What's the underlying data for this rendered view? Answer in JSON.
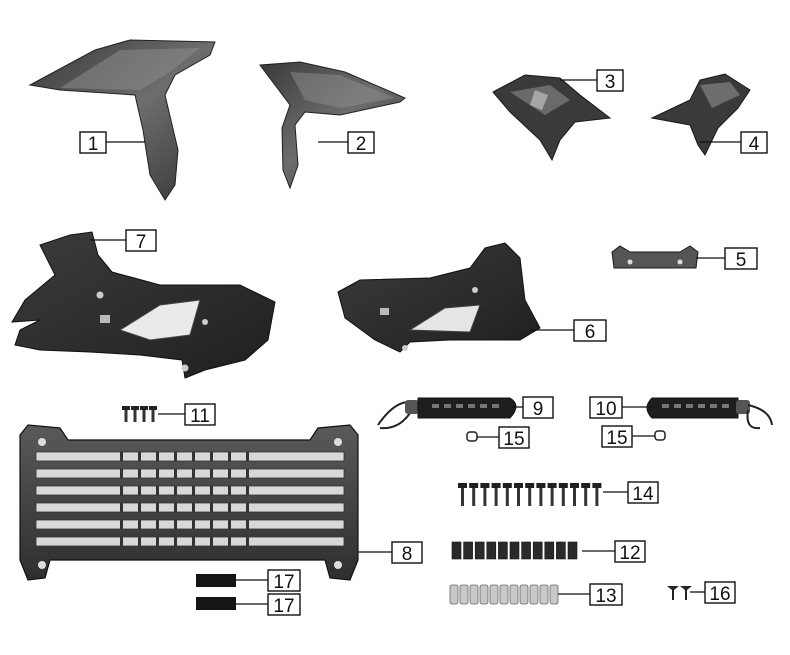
{
  "callouts": [
    {
      "id": "c1",
      "label": "1",
      "part": "left-upper-front-cowl"
    },
    {
      "id": "c2",
      "label": "2",
      "part": "right-upper-front-cowl"
    },
    {
      "id": "c3",
      "label": "3",
      "part": "left-inner-bracket"
    },
    {
      "id": "c4",
      "label": "4",
      "part": "right-inner-bracket"
    },
    {
      "id": "c5",
      "label": "5",
      "part": "mount-bracket"
    },
    {
      "id": "c6",
      "label": "6",
      "part": "right-side-fairing"
    },
    {
      "id": "c7",
      "label": "7",
      "part": "left-side-fairing"
    },
    {
      "id": "c8",
      "label": "8",
      "part": "radiator-grille"
    },
    {
      "id": "c9",
      "label": "9",
      "part": "left-turn-signal"
    },
    {
      "id": "c10",
      "label": "10",
      "part": "right-turn-signal"
    },
    {
      "id": "c11",
      "label": "11",
      "part": "bolts-set-small"
    },
    {
      "id": "c12",
      "label": "12",
      "part": "clip-nuts"
    },
    {
      "id": "c13",
      "label": "13",
      "part": "washers"
    },
    {
      "id": "c14",
      "label": "14",
      "part": "screws-row"
    },
    {
      "id": "c15a",
      "label": "15",
      "part": "grommet-left"
    },
    {
      "id": "c15b",
      "label": "15",
      "part": "grommet-right"
    },
    {
      "id": "c16",
      "label": "16",
      "part": "rivets"
    },
    {
      "id": "c17a",
      "label": "17",
      "part": "foam-pad-upper"
    },
    {
      "id": "c17b",
      "label": "17",
      "part": "foam-pad-lower"
    }
  ],
  "colors": {
    "part_dark": "#2b2b2b",
    "part_mid": "#4a4a4a",
    "part_light": "#7a7a7a",
    "part_highlight": "#9a9a9a",
    "line": "#111111",
    "background": "#ffffff"
  }
}
